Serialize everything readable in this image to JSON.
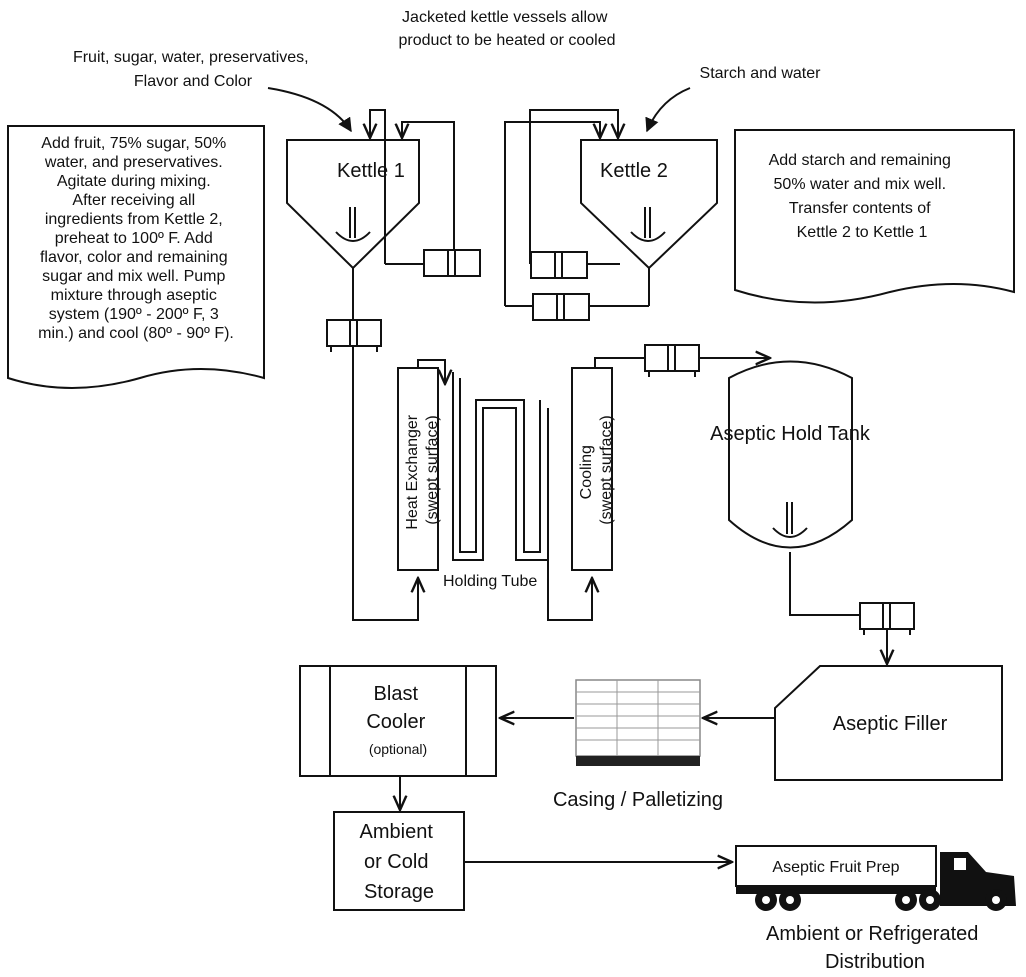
{
  "labels": {
    "jacketed_note": [
      "Jacketed kettle vessels allow",
      "product to be heated or cooled"
    ],
    "inputs_kettle1": [
      "Fruit, sugar, water, preservatives,",
      "Flavor and Color"
    ],
    "inputs_kettle2": "Starch and water",
    "kettle1": "Kettle 1",
    "kettle2": "Kettle 2",
    "note_left": [
      "Add fruit, 75% sugar, 50%",
      "water, and preservatives.",
      "Agitate during mixing.",
      "After receiving all",
      "ingredients from Kettle 2,",
      "preheat to 100º F. Add",
      "flavor, color and remaining",
      "sugar and mix well. Pump",
      "mixture through aseptic",
      "system (190º - 200º F, 3",
      "min.) and cool (80º - 90º F)."
    ],
    "note_right": [
      "Add starch and remaining",
      "50% water and mix well.",
      "Transfer contents of",
      "Kettle 2 to Kettle 1"
    ],
    "heat_exchanger": [
      "Heat Exchanger",
      "(swept surface)"
    ],
    "cooling": [
      "Cooling",
      "(swept surface)"
    ],
    "holding_tube": "Holding Tube",
    "hold_tank": "Aseptic Hold Tank",
    "filler": "Aseptic Filler",
    "casing": "Casing / Palletizing",
    "blast_cooler": [
      "Blast",
      "Cooler",
      "(optional)"
    ],
    "storage": [
      "Ambient",
      "or Cold",
      "Storage"
    ],
    "truck": "Aseptic Fruit Prep",
    "distribution": [
      "Ambient or Refrigerated",
      "Distribution"
    ]
  }
}
